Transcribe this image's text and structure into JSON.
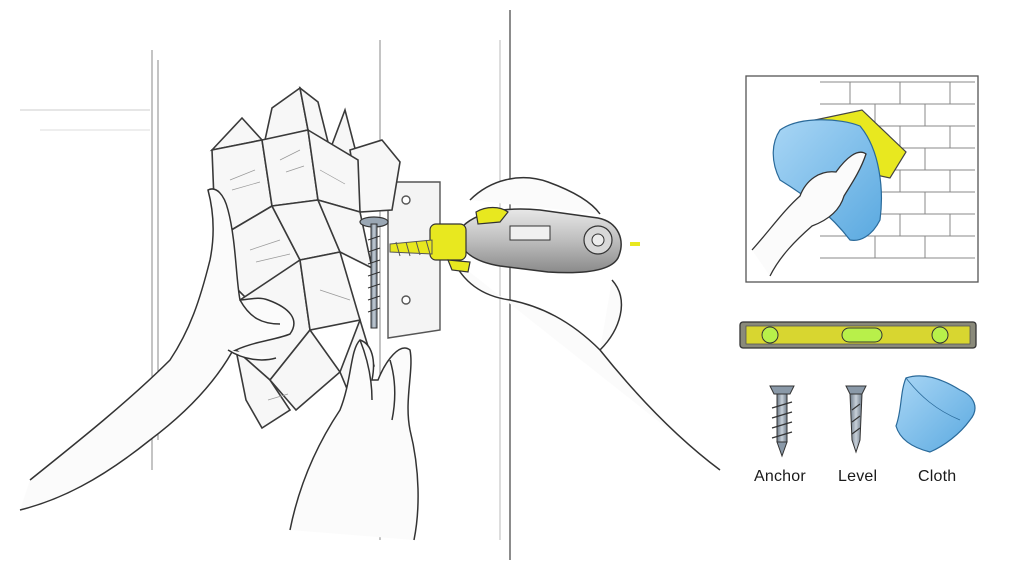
{
  "colors": {
    "sketch_line": "#4a4a4a",
    "accent_yellow": "#e8e81f",
    "cloth_blue": "#4aa8e8",
    "cloth_light_blue": "#8cc4ec",
    "metal_gray": "#8a99a8",
    "level_green": "#b8f04a"
  },
  "icons": [
    "crystal-sculpture",
    "screw",
    "power-drill",
    "wall-anchor",
    "level-tool",
    "cleaning-cloth",
    "brick-wall"
  ],
  "tools": {
    "anchor_label": "Anchor",
    "level_label": "Level",
    "cloth_label": "Cloth"
  }
}
